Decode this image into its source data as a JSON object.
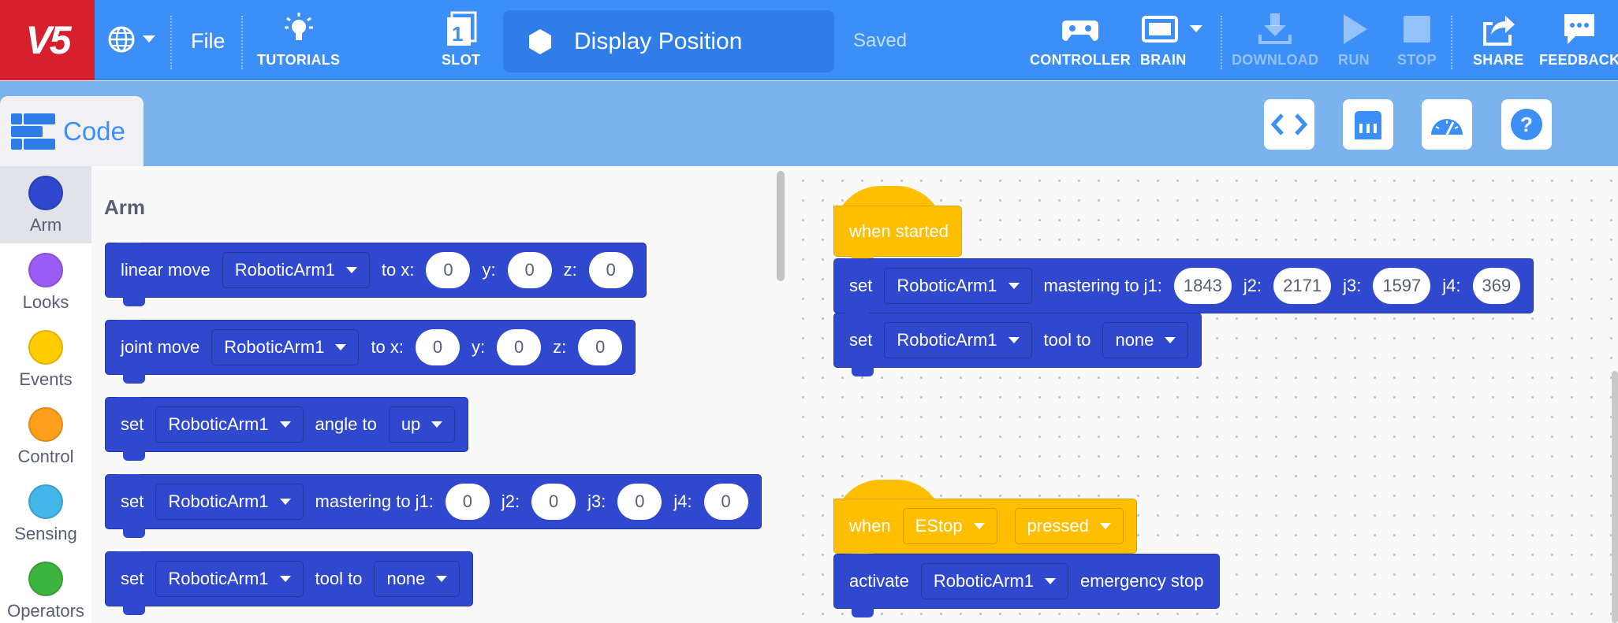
{
  "topbar": {
    "logo": "V5",
    "file_label": "File",
    "tutorials_label": "TUTORIALS",
    "slot_label": "SLOT",
    "slot_number": "1",
    "project_title": "Display Position",
    "saved_status": "Saved",
    "controller_label": "CONTROLLER",
    "brain_label": "BRAIN",
    "download_label": "DOWNLOAD",
    "run_label": "RUN",
    "stop_label": "STOP",
    "share_label": "SHARE",
    "feedback_label": "FEEDBACK",
    "icons": [
      "globe-icon",
      "lightbulb-icon",
      "hexagon-icon",
      "controller-icon",
      "brain-icon",
      "download-icon",
      "run-icon",
      "stop-icon",
      "share-icon",
      "feedback-icon"
    ]
  },
  "subbar": {
    "code_tab_label": "Code",
    "icons": [
      "code-view-icon",
      "devices-icon",
      "dashboard-icon",
      "help-icon"
    ]
  },
  "categories": [
    {
      "label": "Arm",
      "color": "#2f48cd",
      "active": true
    },
    {
      "label": "Looks",
      "color": "#9a5cf5"
    },
    {
      "label": "Events",
      "color": "#ffcc00"
    },
    {
      "label": "Control",
      "color": "#ff9f1a"
    },
    {
      "label": "Sensing",
      "color": "#45b6e9"
    },
    {
      "label": "Operators",
      "color": "#3db43d"
    }
  ],
  "palette": {
    "title": "Arm",
    "linear_move": {
      "label": "linear move",
      "arm": "RoboticArm1",
      "to_x": "to x:",
      "x": "0",
      "y_label": "y:",
      "y": "0",
      "z_label": "z:",
      "z": "0"
    },
    "joint_move": {
      "label": "joint move",
      "arm": "RoboticArm1",
      "to_x": "to x:",
      "x": "0",
      "y_label": "y:",
      "y": "0",
      "z_label": "z:",
      "z": "0"
    },
    "set_angle": {
      "label": "set",
      "arm": "RoboticArm1",
      "angle_to": "angle to",
      "value": "up"
    },
    "set_mastering": {
      "label": "set",
      "arm": "RoboticArm1",
      "mastering_to": "mastering to j1:",
      "j1": "0",
      "j2_label": "j2:",
      "j2": "0",
      "j3_label": "j3:",
      "j3": "0",
      "j4_label": "j4:",
      "j4": "0"
    },
    "set_tool": {
      "label": "set",
      "arm": "RoboticArm1",
      "tool_to": "tool to",
      "value": "none"
    }
  },
  "workspace": {
    "when_started": "when started",
    "set_mastering": {
      "label": "set",
      "arm": "RoboticArm1",
      "mastering_to": "mastering to j1:",
      "j1": "1843",
      "j2_label": "j2:",
      "j2": "2171",
      "j3_label": "j3:",
      "j3": "1597",
      "j4_label": "j4:",
      "j4": "369"
    },
    "set_tool": {
      "label": "set",
      "arm": "RoboticArm1",
      "tool_to": "tool to",
      "value": "none"
    },
    "when_estop": {
      "when": "when",
      "input": "EStop",
      "state": "pressed"
    },
    "activate_estop": {
      "label": "activate",
      "arm": "RoboticArm1",
      "suffix": "emergency stop"
    }
  }
}
